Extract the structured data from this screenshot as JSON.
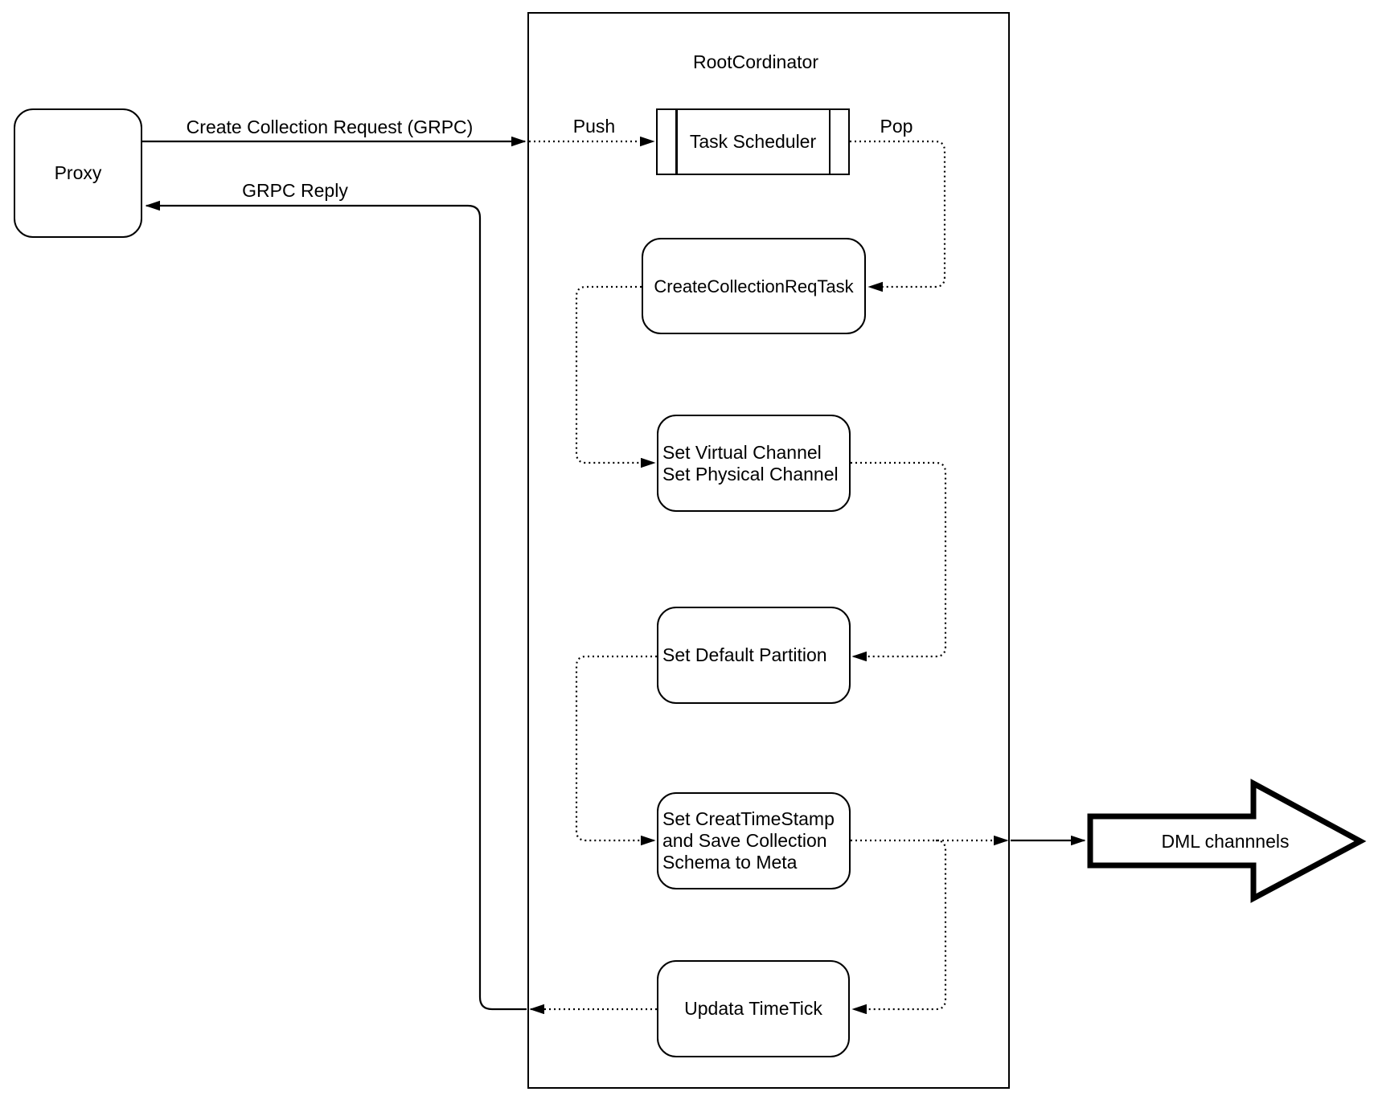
{
  "colors": {
    "stroke": "#000000",
    "background": "#ffffff"
  },
  "nodes": {
    "proxy": {
      "label": "Proxy"
    },
    "root_coordinator": {
      "title": "RootCordinator"
    },
    "task_scheduler": {
      "label": "Task Scheduler"
    },
    "create_collection_req_task": {
      "label": "CreateCollectionReqTask"
    },
    "set_channels": {
      "line1": "Set Virtual Channel",
      "line2": "Set Physical Channel"
    },
    "set_default_partition": {
      "label": "Set Default Partition"
    },
    "set_timestamp": {
      "line1": "Set CreatTimeStamp",
      "line2": "and Save Collection",
      "line3": "Schema to Meta"
    },
    "update_timetick": {
      "label": "Updata TimeTick"
    },
    "dml_channels": {
      "label": "DML channnels"
    }
  },
  "edges": {
    "create_collection_request": {
      "label": "Create Collection Request (GRPC)"
    },
    "grpc_reply": {
      "label": "GRPC Reply"
    },
    "push": {
      "label": "Push"
    },
    "pop": {
      "label": "Pop"
    }
  }
}
